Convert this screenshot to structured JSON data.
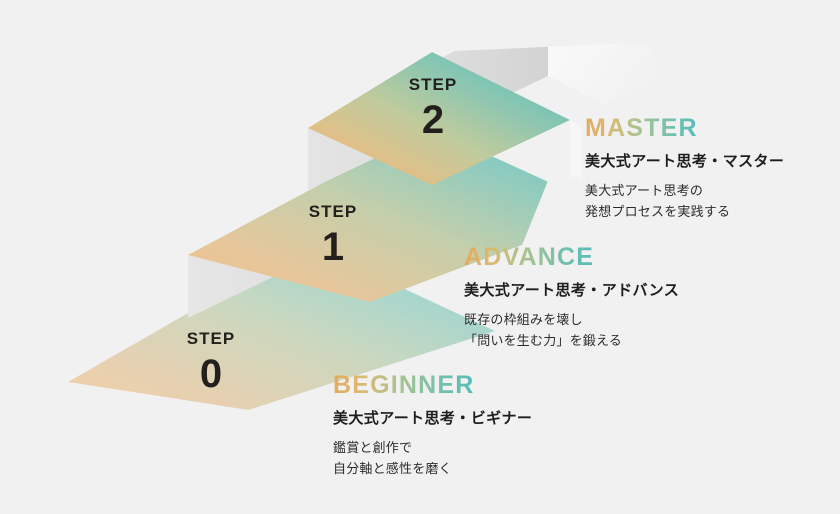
{
  "page": {
    "background_color": "#f1f1f2",
    "title": "美大式アート思考 3ステップ図"
  },
  "palette": {
    "gradient_start": "#e3ab5f",
    "gradient_mid": "#a8c391",
    "gradient_end": "#55bdb8",
    "riser_color": "#dcdcdc",
    "side_color": "#f7f7f7",
    "text_dark": "#231f1c"
  },
  "steps": [
    {
      "id": "step-2",
      "kicker": "STEP",
      "numeral": "2",
      "tier": "MASTER",
      "headline": "美大式アート思考・マスター",
      "blurb_lines": [
        "美大式アート思考の",
        "発想プロセスを実践する"
      ]
    },
    {
      "id": "step-1",
      "kicker": "STEP",
      "numeral": "1",
      "tier": "ADVANCE",
      "headline": "美大式アート思考・アドバンス",
      "blurb_lines": [
        "既存の枠組みを壊し",
        "「問いを生む力」を鍛える"
      ]
    },
    {
      "id": "step-0",
      "kicker": "STEP",
      "numeral": "0",
      "tier": "BEGINNER",
      "headline": "美大式アート思考・ビギナー",
      "blurb_lines": [
        "鑑賞と創作で",
        "自分軸と感性を磨く"
      ]
    }
  ]
}
